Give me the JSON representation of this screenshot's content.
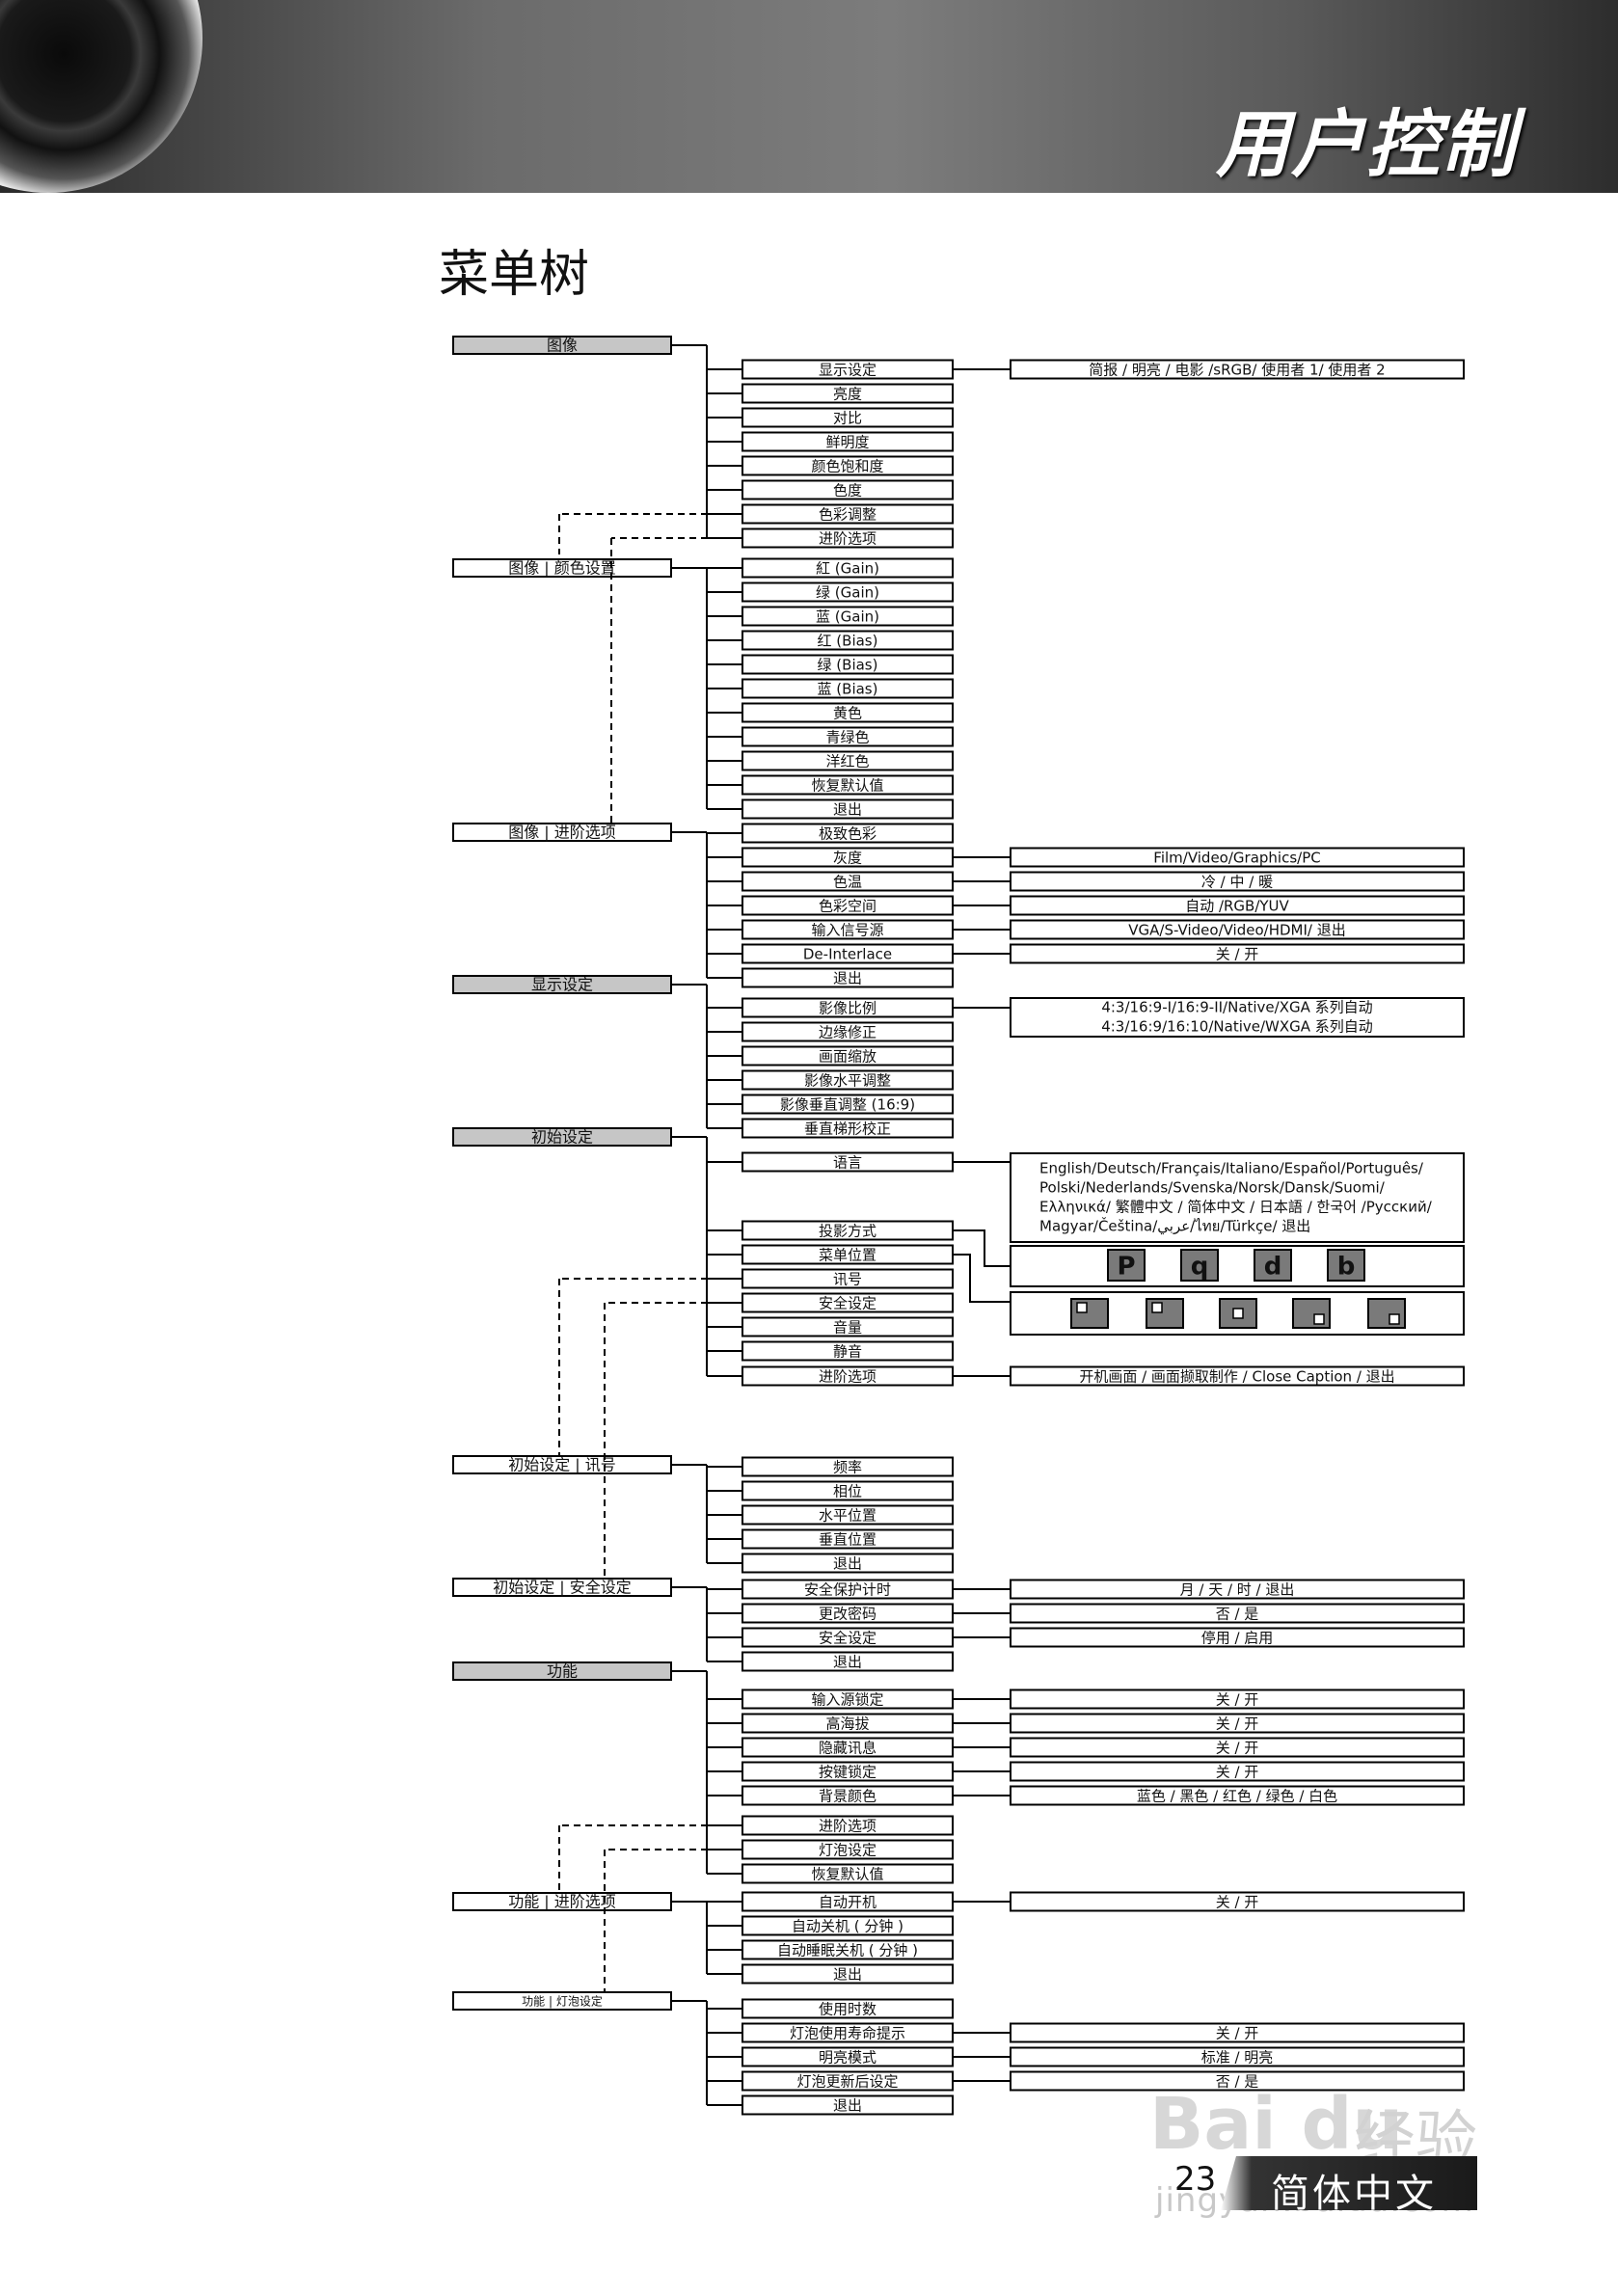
{
  "header": {
    "title": "用户控制"
  },
  "page": {
    "title": "菜单树"
  },
  "footer": {
    "page_number": "23",
    "language": "简体中文"
  },
  "watermark": {
    "brand": "Bai du",
    "cn": "经验",
    "url": "jingyan.baidu.com"
  },
  "tree": {
    "sections": [
      {
        "label": "图像",
        "shaded": true,
        "items": [
          {
            "label": "显示设定",
            "option": "简报 / 明亮 / 电影 /sRGB/ 使用者 1/ 使用者 2"
          },
          {
            "label": "亮度"
          },
          {
            "label": "对比"
          },
          {
            "label": "鲜明度"
          },
          {
            "label": "颜色饱和度"
          },
          {
            "label": "色度"
          },
          {
            "label": "色彩调整"
          },
          {
            "label": "进阶选项"
          }
        ]
      },
      {
        "label": "图像 | 颜色设置",
        "shaded": false,
        "items": [
          {
            "label": "紅 (Gain)"
          },
          {
            "label": "绿 (Gain)"
          },
          {
            "label": "蓝 (Gain)"
          },
          {
            "label": "红 (Bias)"
          },
          {
            "label": "绿 (Bias)"
          },
          {
            "label": "蓝 (Bias)"
          },
          {
            "label": "黄色"
          },
          {
            "label": "青绿色"
          },
          {
            "label": "洋红色"
          },
          {
            "label": "恢复默认值"
          },
          {
            "label": "退出"
          }
        ]
      },
      {
        "label": "图像 | 进阶选项",
        "shaded": false,
        "items": [
          {
            "label": "极致色彩"
          },
          {
            "label": "灰度",
            "option": "Film/Video/Graphics/PC"
          },
          {
            "label": "色温",
            "option": "冷 / 中 / 暖"
          },
          {
            "label": "色彩空间",
            "option": "自动 /RGB/YUV"
          },
          {
            "label": "输入信号源",
            "option": "VGA/S-Video/Video/HDMI/ 退出"
          },
          {
            "label": "De-Interlace",
            "option": "关 / 开"
          },
          {
            "label": "退出"
          }
        ]
      },
      {
        "label": "显示设定",
        "shaded": true,
        "items": [
          {
            "label": "影像比例",
            "option_lines": [
              "4:3/16:9-I/16:9-II/Native/XGA 系列自动",
              "4:3/16:9/16:10/Native/WXGA 系列自动"
            ]
          },
          {
            "label": "边缘修正"
          },
          {
            "label": "画面缩放"
          },
          {
            "label": "影像水平调整"
          },
          {
            "label": "影像垂直调整 (16:9)"
          },
          {
            "label": "垂直梯形校正"
          }
        ]
      },
      {
        "label": "初始设定",
        "shaded": true,
        "items": [
          {
            "label": "语言",
            "option_lines": [
              "English/Deutsch/Français/Italiano/Español/Português/",
              "Polski/Nederlands/Svenska/Norsk/Dansk/Suomi/",
              "Ελληνικά/ 繁體中文 / 简体中文 / 日本語 / 한국어 /Русский/",
              "Magyar/Čeština/عربي/ไทย/Türkçe/ 退出"
            ]
          },
          {
            "label": "投影方式",
            "icons": [
              "P",
              "q",
              "d",
              "b"
            ]
          },
          {
            "label": "菜单位置"
          },
          {
            "label": "讯号"
          },
          {
            "label": "安全设定"
          },
          {
            "label": "音量"
          },
          {
            "label": "静音"
          },
          {
            "label": "进阶选项",
            "option": "开机画面 / 画面撷取制作 / Close Caption / 退出"
          }
        ]
      },
      {
        "label": "初始设定 | 讯号",
        "shaded": false,
        "items": [
          {
            "label": "频率"
          },
          {
            "label": "相位"
          },
          {
            "label": "水平位置"
          },
          {
            "label": "垂直位置"
          },
          {
            "label": "退出"
          }
        ]
      },
      {
        "label": "初始设定 | 安全设定",
        "shaded": false,
        "items": [
          {
            "label": "安全保护计时",
            "option": "月 / 天 / 时 / 退出"
          },
          {
            "label": "更改密码",
            "option": "否 / 是"
          },
          {
            "label": "安全设定",
            "option": "停用 / 启用"
          },
          {
            "label": "退出"
          }
        ]
      },
      {
        "label": "功能",
        "shaded": true,
        "items": [
          {
            "label": "输入源锁定",
            "option": "关 / 开"
          },
          {
            "label": "高海拔",
            "option": "关 / 开"
          },
          {
            "label": "隐藏讯息",
            "option": "关 / 开"
          },
          {
            "label": "按键锁定",
            "option": "关 / 开"
          },
          {
            "label": "背景颜色",
            "option": "蓝色 / 黑色 / 红色 / 绿色 / 白色"
          },
          {
            "label": "进阶选项"
          },
          {
            "label": "灯泡设定"
          },
          {
            "label": "恢复默认值"
          }
        ]
      },
      {
        "label": "功能 | 进阶选项",
        "shaded": false,
        "items": [
          {
            "label": "自动开机",
            "option": "关 / 开"
          },
          {
            "label": "自动关机 ( 分钟 )"
          },
          {
            "label": "自动睡眠关机 ( 分钟 )"
          },
          {
            "label": "退出"
          }
        ]
      },
      {
        "label": "功能 | 灯泡设定",
        "shaded": false,
        "small": true,
        "items": [
          {
            "label": "使用时数"
          },
          {
            "label": "灯泡使用寿命提示",
            "option": "关 / 开"
          },
          {
            "label": "明亮模式",
            "option": "标准 / 明亮"
          },
          {
            "label": "灯泡更新后设定",
            "option": "否 / 是"
          },
          {
            "label": "退出"
          }
        ]
      }
    ]
  }
}
